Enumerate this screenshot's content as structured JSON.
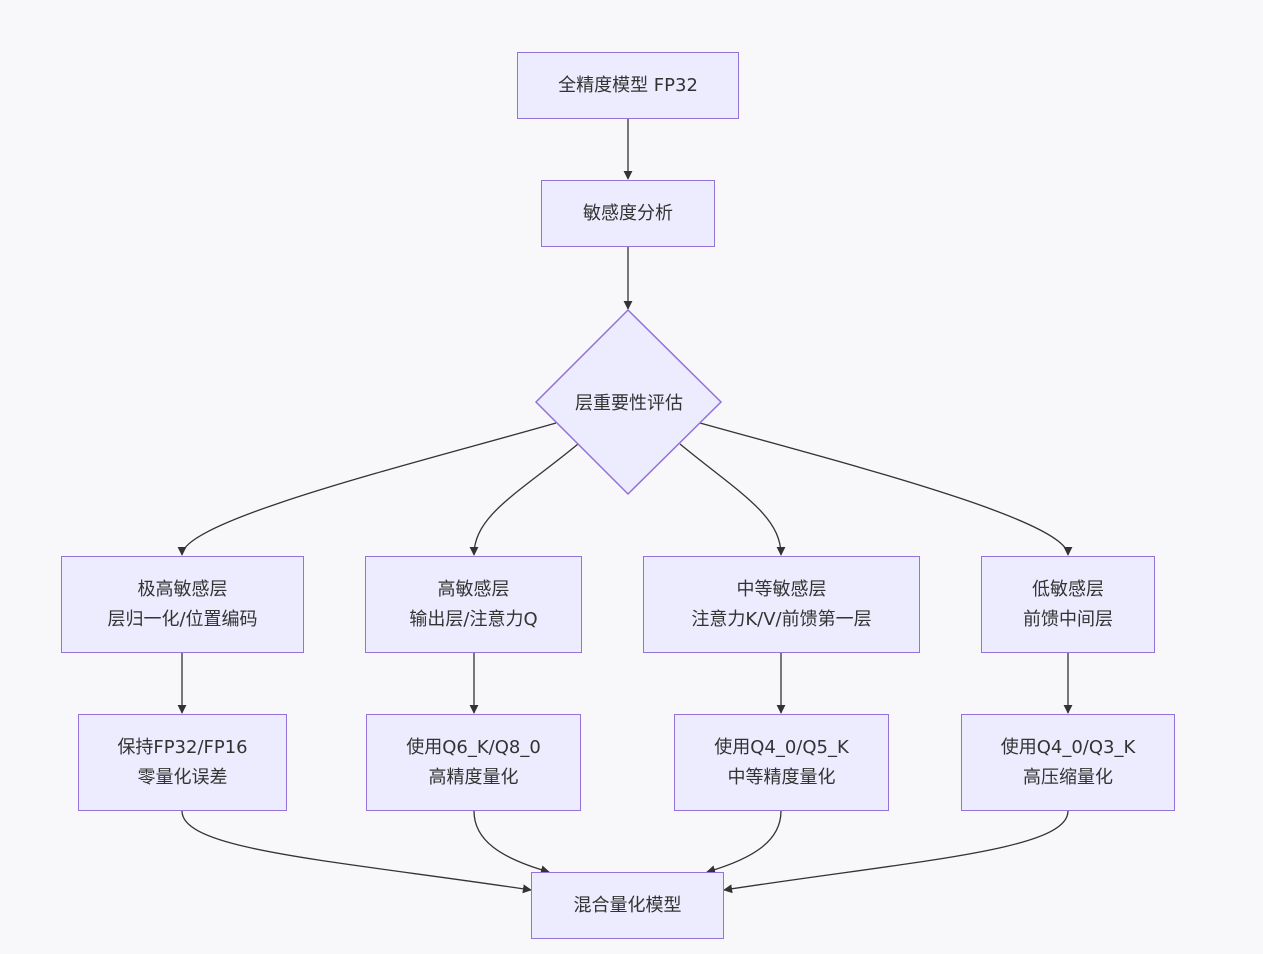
{
  "nodes": {
    "fp32_model": "全精度模型 FP32",
    "sensitivity_analysis": "敏感度分析",
    "layer_importance": "层重要性评估",
    "very_high": {
      "line1": "极高敏感层",
      "line2": "层归一化/位置编码"
    },
    "high": {
      "line1": "高敏感层",
      "line2": "输出层/注意力Q"
    },
    "medium": {
      "line1": "中等敏感层",
      "line2": "注意力K/V/前馈第一层"
    },
    "low": {
      "line1": "低敏感层",
      "line2": "前馈中间层"
    },
    "keep_fp": {
      "line1": "保持FP32/FP16",
      "line2": "零量化误差"
    },
    "q6_q8": {
      "line1": "使用Q6_K/Q8_0",
      "line2": "高精度量化"
    },
    "q4_q5": {
      "line1": "使用Q4_0/Q5_K",
      "line2": "中等精度量化"
    },
    "q4_q3": {
      "line1": "使用Q4_0/Q3_K",
      "line2": "高压缩量化"
    },
    "mixed_model": "混合量化模型"
  },
  "colors": {
    "node_fill": "#ececfe",
    "node_border": "#9373d9",
    "edge": "#333333",
    "background": "#f8f8fa",
    "text": "#333333"
  }
}
